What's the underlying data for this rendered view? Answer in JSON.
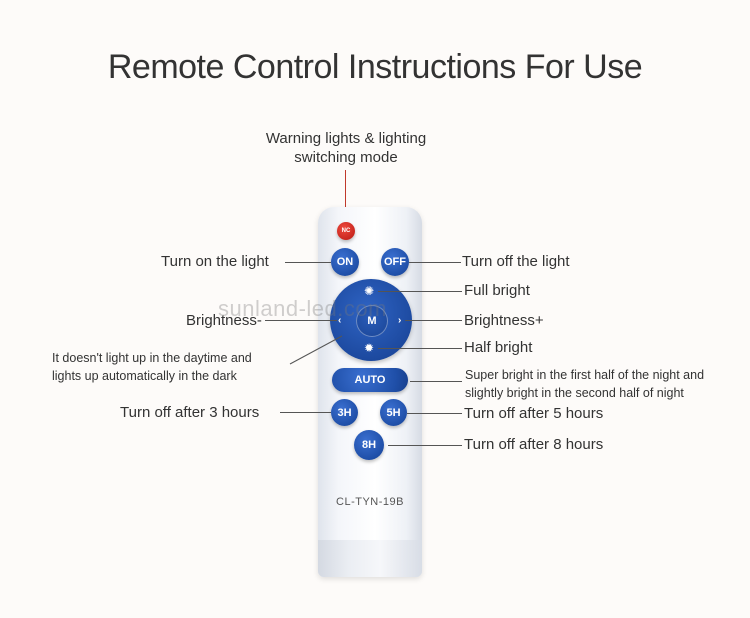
{
  "title": "Remote Control Instructions For Use",
  "watermark": "sunland-led.com",
  "remote": {
    "model": "CL-TYN-19B",
    "buttons": {
      "nc": "NC",
      "on": "ON",
      "off": "OFF",
      "mode": "M",
      "auto": "AUTO",
      "h3": "3H",
      "h5": "5H",
      "h8": "8H"
    }
  },
  "labels": {
    "warning_line1": "Warning lights & lighting",
    "warning_line2": "switching mode",
    "turn_on": "Turn on the light",
    "turn_off": "Turn off the light",
    "full_bright": "Full bright",
    "brightness_minus": "Brightness-",
    "brightness_plus": "Brightness+",
    "half_bright": "Half bright",
    "auto_desc_line1": "It doesn't light up in the daytime and",
    "auto_desc_line2": "lights up automatically in the dark",
    "super_bright_line1": "Super bright in the first half of the night and",
    "super_bright_line2": "slightly bright in the second half of night",
    "off_3h": "Turn off after 3 hours",
    "off_5h": "Turn off after 5 hours",
    "off_8h": "Turn off after 8 hours"
  },
  "colors": {
    "button_blue": "#1f4fa8",
    "button_red": "#c9271f",
    "background": "#fdfbf9"
  }
}
